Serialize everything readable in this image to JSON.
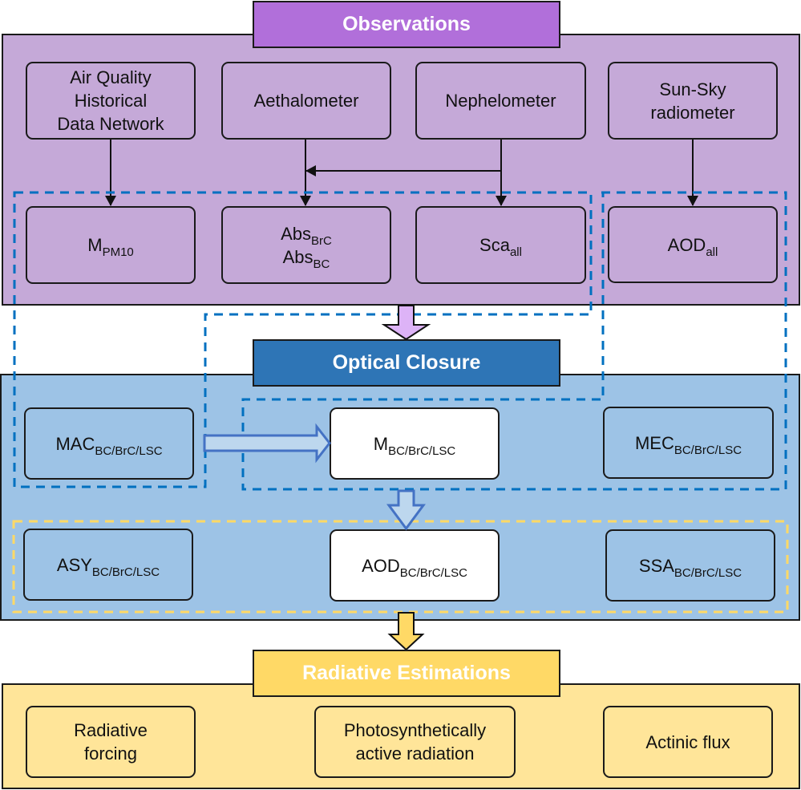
{
  "sections": {
    "observations": {
      "title": "Observations",
      "color": "#B16FDA",
      "panel_color": "#C5A9D8"
    },
    "optical_closure": {
      "title": "Optical Closure",
      "color": "#2E75B6",
      "panel_color": "#9DC3E6"
    },
    "radiative_estimations": {
      "title": "Radiative Estimations",
      "color": "#FFD966",
      "panel_color": "#FFE599"
    }
  },
  "instruments": [
    {
      "line1": "Air Quality",
      "line2": "Historical",
      "line3": "Data Network"
    },
    {
      "line1": "Aethalometer"
    },
    {
      "line1": "Nephelometer"
    },
    {
      "line1": "Sun-Sky",
      "line2": "radiometer"
    }
  ],
  "measurements": [
    {
      "main": "M",
      "sub": "PM10"
    },
    {
      "main": "Abs",
      "sub": "BrC",
      "main2": "Abs",
      "sub2": "BC"
    },
    {
      "main": "Sca",
      "sub": "all"
    },
    {
      "main": "AOD",
      "sub": "all"
    }
  ],
  "closure_row1": [
    {
      "main": "MAC",
      "sub": "BC/BrC/LSC"
    },
    {
      "main": "M",
      "sub": "BC/BrC/LSC"
    },
    {
      "main": "MEC",
      "sub": "BC/BrC/LSC"
    }
  ],
  "closure_row2": [
    {
      "main": "ASY",
      "sub": "BC/BrC/LSC"
    },
    {
      "main": "AOD",
      "sub": "BC/BrC/LSC"
    },
    {
      "main": "SSA",
      "sub": "BC/BrC/LSC"
    }
  ],
  "outputs": [
    {
      "line1": "Radiative",
      "line2": "forcing"
    },
    {
      "line1": "Photosynthetically",
      "line2": "active radiation"
    },
    {
      "line1": "Actinic flux"
    }
  ],
  "colors": {
    "dash_blue": "#0070C0",
    "dash_yellow": "#FFD966",
    "block_arrow_purple": "#DDB3F7",
    "block_arrow_blue_fill": "#BDD7EE",
    "block_arrow_blue_stroke": "#4472C4",
    "block_arrow_yellow": "#FFD966"
  }
}
